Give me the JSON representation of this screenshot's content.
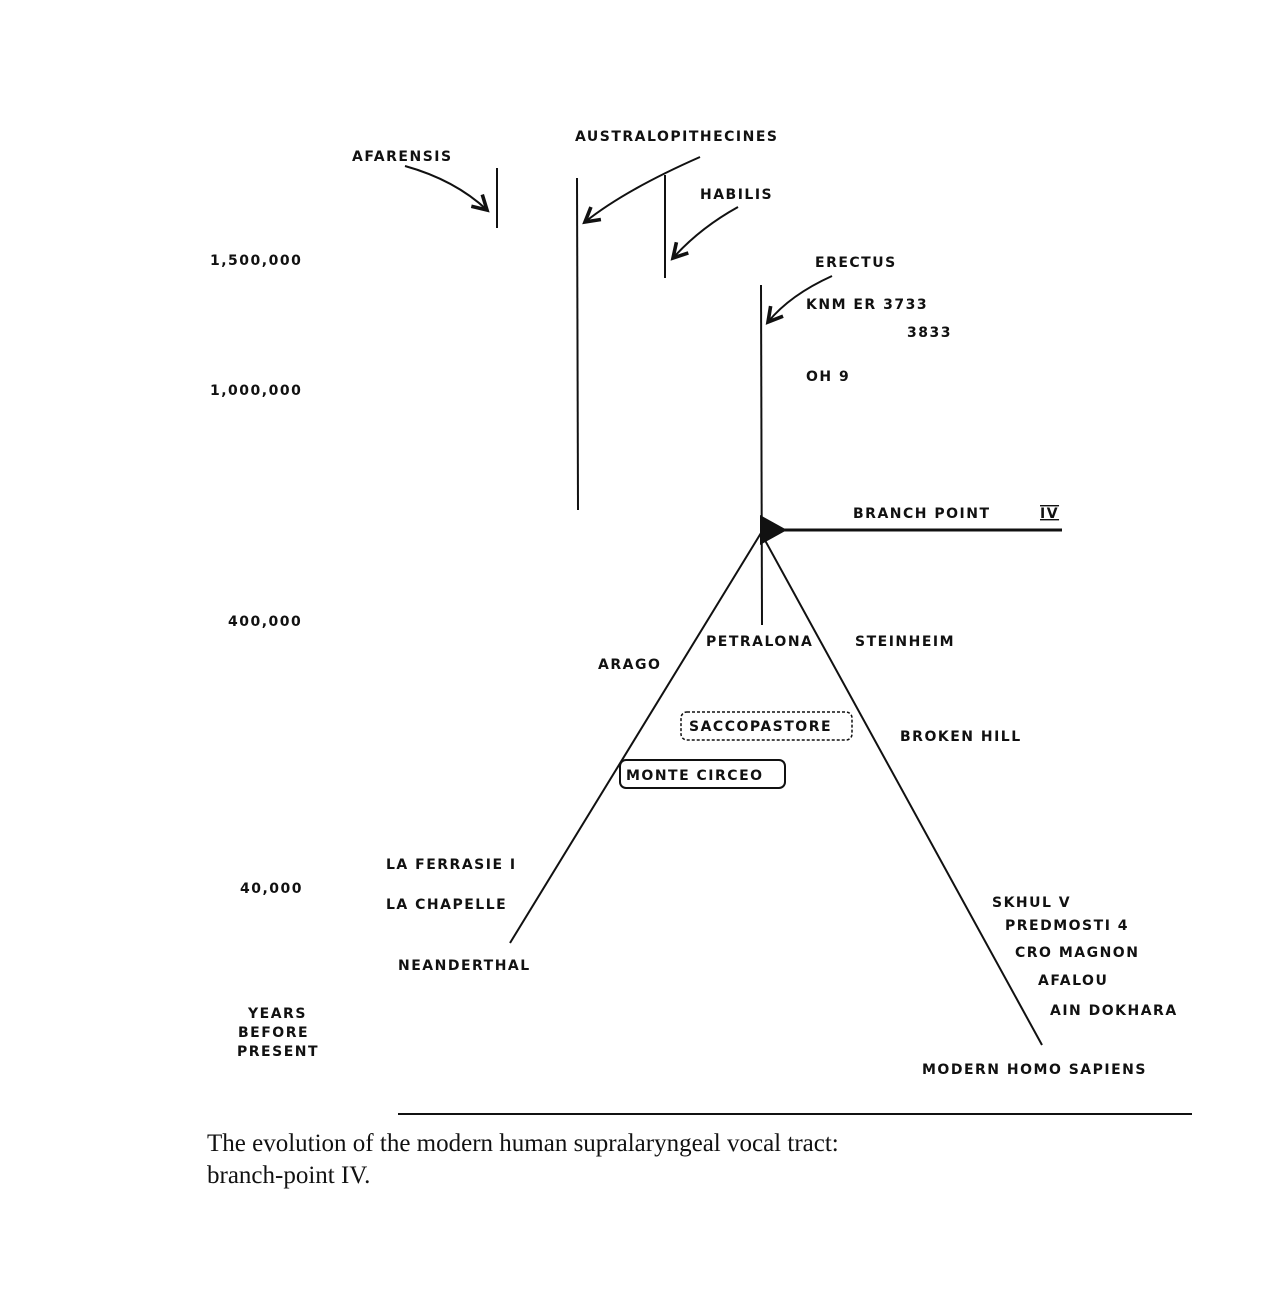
{
  "time_axis": {
    "ticks": [
      "1,500,000",
      "1,000,000",
      "400,000",
      "40,000"
    ],
    "title": [
      "YEARS",
      "BEFORE",
      "PRESENT"
    ]
  },
  "lineages": {
    "afarensis": "AFARENSIS",
    "australopithecines": "AUSTRALOPITHECINES",
    "habilis": "HABILIS",
    "erectus": "ERECTUS",
    "erectus_fossils": [
      "KNM ER 3733",
      "3833",
      "OH 9"
    ]
  },
  "branch_point": {
    "label": "BRANCH POINT",
    "numeral": "IV"
  },
  "middle_fossils": {
    "petralona": "PETRALONA",
    "steinheim": "STEINHEIM",
    "arago": "ARAGO",
    "saccopastore": "SACCOPASTORE",
    "broken_hill": "BROKEN HILL",
    "monte_circeo": "MONTE CIRCEO"
  },
  "neanderthal_branch": [
    "LA FERRASIE I",
    "LA CHAPELLE",
    "NEANDERTHAL"
  ],
  "modern_branch": [
    "SKHUL V",
    "PREDMOSTI 4",
    "CRO MAGNON",
    "AFALOU",
    "AIN DOKHARA",
    "MODERN HOMO SAPIENS"
  ],
  "caption": {
    "line1": "The evolution of the modern human supralaryngeal vocal tract:",
    "line2": "branch-point IV."
  }
}
